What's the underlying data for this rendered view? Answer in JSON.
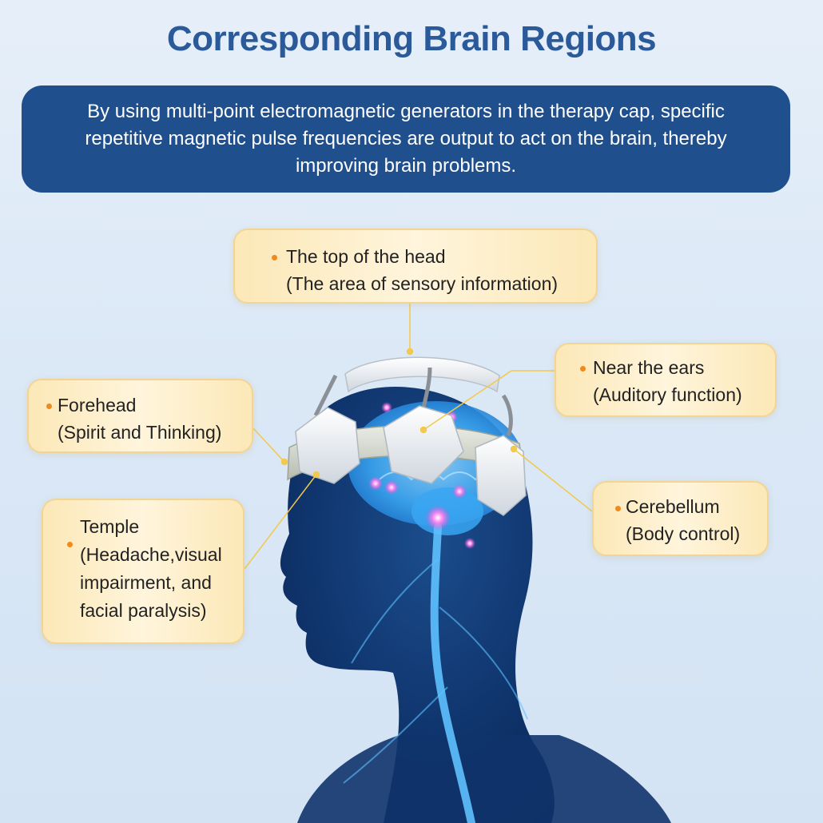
{
  "title": "Corresponding Brain Regions",
  "intro_text": "By using multi-point electromagnetic generators in the therapy cap, specific repetitive magnetic pulse frequencies are output to act on the brain, thereby improving brain problems.",
  "callouts": {
    "top_of_head": {
      "title": "The top of the head",
      "detail": "(The area of sensory information)"
    },
    "near_ears": {
      "title": "Near the ears",
      "detail": "(Auditory function)"
    },
    "forehead": {
      "title": "Forehead",
      "detail": "(Spirit and Thinking)"
    },
    "cerebellum": {
      "title": "Cerebellum",
      "detail": "(Body control)"
    },
    "temple": {
      "title": "Temple",
      "detail_lines": [
        "(Headache,visual",
        "impairment, and",
        "facial paralysis)"
      ]
    }
  },
  "colors": {
    "title": "#2b5a9a",
    "intro_bg": "#1f4f8d",
    "callout_bg": "#fce8b7",
    "callout_border": "#f3d593",
    "bullet": "#f08a1c",
    "leader_line": "#f2c94c",
    "silhouette": "#0d2c5e",
    "brain_glow": "#3aa6f2",
    "stimulation_point": "#e64ad8"
  },
  "icons": [
    "human-head-silhouette",
    "brain-illustration",
    "therapy-cap-illustration",
    "bullet-dot-icon"
  ]
}
